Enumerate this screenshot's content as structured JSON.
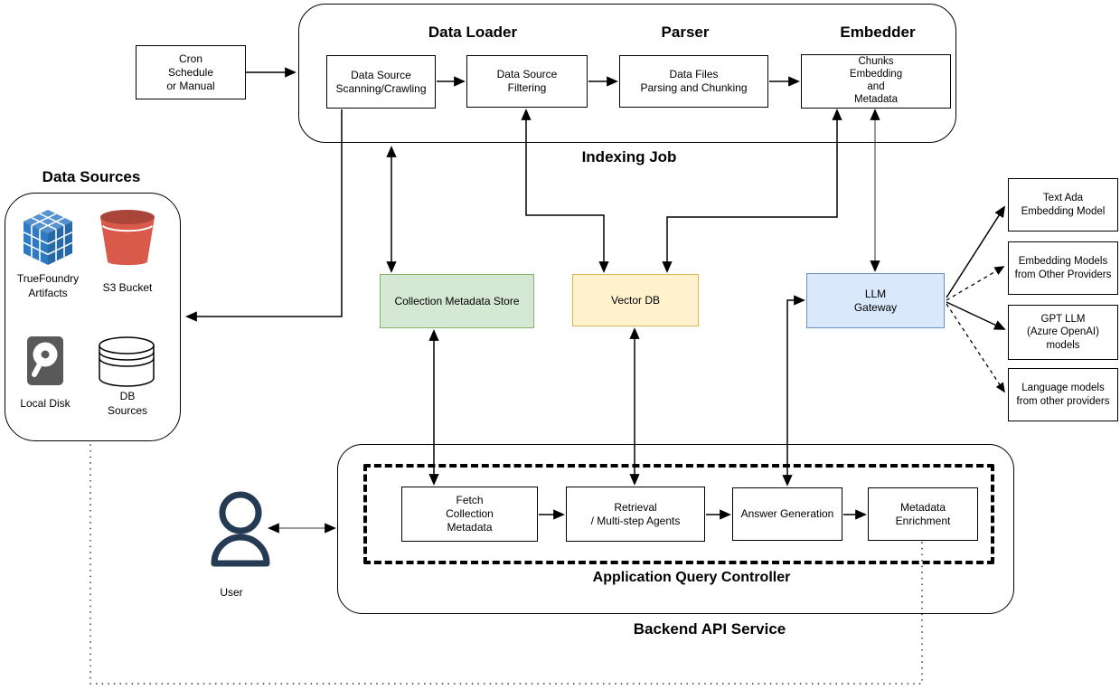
{
  "sections": {
    "indexing_job": "Indexing Job",
    "data_loader": "Data Loader",
    "parser": "Parser",
    "embedder": "Embedder",
    "data_sources": "Data Sources",
    "application_query_controller": "Application Query Controller",
    "backend_api_service": "Backend API Service"
  },
  "nodes": {
    "cron": "Cron\nSchedule\nor Manual",
    "scanning": "Data Source\nScanning/Crawling",
    "filtering": "Data Source\nFiltering",
    "parsing": "Data Files\nParsing and Chunking",
    "chunks": "Chunks\nEmbedding\nand\nMetadata",
    "collection_metadata_store": "Collection Metadata Store",
    "vector_db": "Vector DB",
    "llm_gateway": "LLM\nGateway",
    "fetch_collection_metadata": "Fetch\nCollection\nMetadata",
    "retrieval_agents": "Retrieval\n/ Multi-step Agents",
    "answer_generation": "Answer Generation",
    "metadata_enrichment": "Metadata\nEnrichment"
  },
  "providers": {
    "text_ada": "Text Ada\nEmbedding Model",
    "embedding_other": "Embedding Models\nfrom Other Providers",
    "gpt_llm": "GPT LLM\n(Azure OpenAI)\nmodels",
    "language_other": "Language models\nfrom other providers"
  },
  "data_source_items": {
    "truefoundry": "TrueFoundry\nArtifacts",
    "s3": "S3 Bucket",
    "local_disk": "Local Disk",
    "db": "DB\nSources"
  },
  "user_label": "User",
  "colors": {
    "collection_metadata_store_fill": "#d5e8d4",
    "collection_metadata_store_stroke": "#82b366",
    "vector_db_fill": "#fff2cc",
    "vector_db_stroke": "#d6b656",
    "llm_gateway_fill": "#dae8fc",
    "llm_gateway_stroke": "#6c8ebf",
    "truefoundry_blue": "#2E7BC4",
    "s3_red": "#D9594A",
    "disk_gray": "#595959",
    "user_navy": "#243B53",
    "line_black": "#000000",
    "line_gray": "#7a7a7a"
  }
}
